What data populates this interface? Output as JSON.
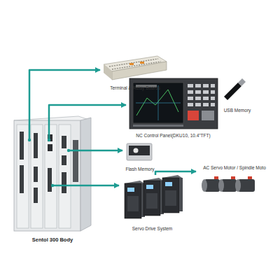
{
  "diagram": {
    "nodes": [
      {
        "text": [
          "Sentol 300 Body"
        ]
      },
      {
        "text": [
          "Terminal & Relay Boards"
        ]
      },
      {
        "text": [
          "NC Control Panel(DKU10, 10.4\"TFT)"
        ]
      },
      {
        "text": [
          "USB Memory"
        ]
      },
      {
        "text": [
          "Flash Memory"
        ]
      },
      {
        "text": [
          "Servo Drive System"
        ]
      },
      {
        "text": [
          "AC Servo Motor / Spindle Moto"
        ]
      }
    ],
    "edges": [
      {
        "from": 0,
        "to": 1,
        "arrow": "to"
      },
      {
        "from": 0,
        "to": 2,
        "arrow": "to"
      },
      {
        "from": 0,
        "to": 4,
        "arrow": "to"
      },
      {
        "from": 0,
        "to": 5,
        "arrow": "to"
      },
      {
        "from": 5,
        "to": 6,
        "arrow": "to"
      }
    ]
  }
}
